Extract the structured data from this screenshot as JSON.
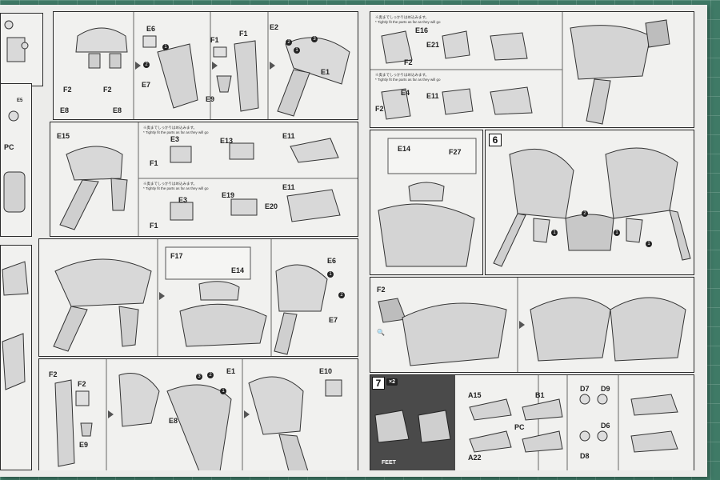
{
  "left": {
    "panel1": {
      "top_labels": [
        "E6",
        "F1",
        "F1",
        "E2"
      ],
      "parts": [
        "F2",
        "F2",
        "E8",
        "E8",
        "E9",
        "E1",
        "E7"
      ],
      "nums": [
        "1",
        "2",
        "1",
        "2",
        "3"
      ]
    },
    "panel2": {
      "labels": [
        "E15",
        "E3",
        "F1",
        "E13",
        "E11",
        "E19",
        "E3",
        "F1",
        "E11",
        "E20"
      ],
      "note_jp": "※奥までしっかりはめ込みます。",
      "note_en": "* Tightly fit the parts as far as they will go"
    },
    "panel3": {
      "labels": [
        "F17",
        "E14",
        "E6",
        "E7"
      ],
      "nums": [
        "1",
        "2"
      ]
    },
    "panel4": {
      "labels": [
        "F2",
        "F2",
        "E9",
        "E1",
        "E8",
        "E10"
      ],
      "nums": [
        "2",
        "1",
        "3"
      ]
    },
    "edge": {
      "labels": [
        "E5",
        "PC"
      ]
    }
  },
  "right": {
    "panelA": {
      "labels": [
        "E16",
        "E21",
        "F2",
        "E4",
        "E11",
        "F2"
      ],
      "note_jp": "※奥までしっかりはめ込みます。",
      "note_en": "* Tightly fit the parts as far as they will go"
    },
    "panelB": {
      "labels": [
        "E14",
        "F27"
      ]
    },
    "panel6": {
      "step": "6",
      "nums": [
        "1",
        "2",
        "1",
        "1"
      ]
    },
    "panelC": {
      "labels": [
        "F2"
      ]
    },
    "panel7": {
      "step": "7",
      "qty": "×2",
      "feet": "FEET",
      "labels": [
        "A15",
        "A22",
        "B1",
        "PC",
        "D7",
        "D9",
        "D6",
        "D8"
      ]
    }
  }
}
